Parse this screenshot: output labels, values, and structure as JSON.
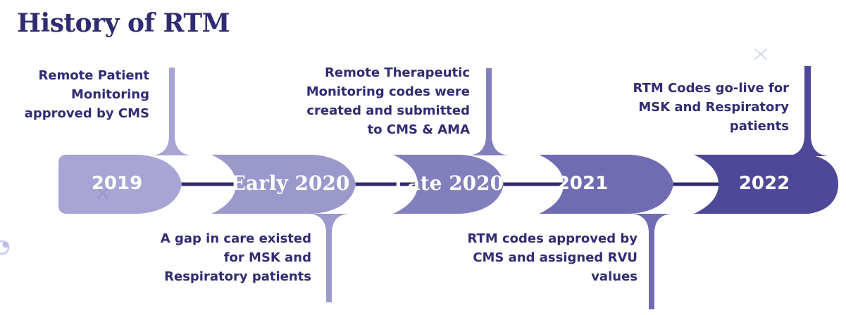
{
  "title": "History of RTM",
  "colors": {
    "ink": "#312c72",
    "timeline_line": "#2e2a6b",
    "decor_x": "#8f8bc7",
    "decor_sparkle": "#ccd0f0",
    "decor_swirl": "#c7caee",
    "decor_swirl_dot": "#b9bde8",
    "label_text": "#ffffff"
  },
  "milestones": [
    {
      "label": "2019",
      "color": "#a8a4d3",
      "note": "Remote Patient\nMonitoring\napproved by CMS",
      "note_position": "above"
    },
    {
      "label": "Early 2020",
      "color": "#9b98cb",
      "note": "A gap in care existed\nfor MSK and\nRespiratory patients",
      "note_position": "below"
    },
    {
      "label": "Late 2020",
      "color": "#827fbd",
      "note": "Remote Therapeutic\nMonitoring codes were\ncreated and submitted\nto CMS & AMA",
      "note_position": "above"
    },
    {
      "label": "2021",
      "color": "#6f6cb1",
      "note": "RTM codes approved by\nCMS and assigned RVU\nvalues",
      "note_position": "below"
    },
    {
      "label": "2022",
      "color": "#4d4898",
      "note": "RTM Codes go-live for\nMSK and Respiratory\npatients",
      "note_position": "above"
    }
  ]
}
